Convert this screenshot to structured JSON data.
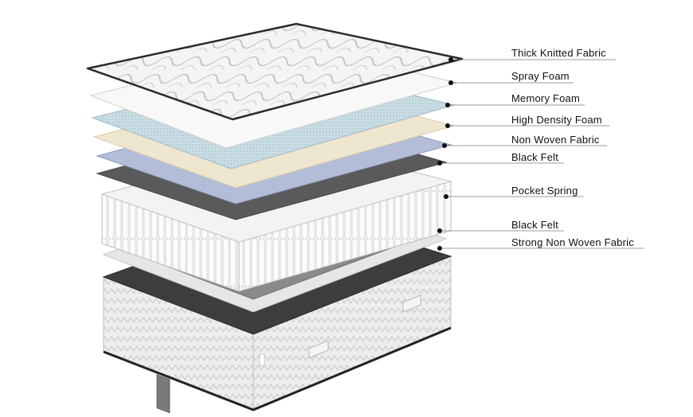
{
  "layers": [
    {
      "label": "Thick Knitted Fabric"
    },
    {
      "label": "Spray Foam"
    },
    {
      "label": "Memory Foam"
    },
    {
      "label": "High Density Foam"
    },
    {
      "label": "Non Woven Fabric"
    },
    {
      "label": "Black Felt"
    },
    {
      "label": "Pocket Spring"
    },
    {
      "label": "Black Felt"
    },
    {
      "label": "Strong Non Woven Fabric"
    }
  ],
  "colors": {
    "fabric": "#f2f2f2",
    "spray_foam": "#f7f7f7",
    "memory_foam": "#c9dde4",
    "high_density_foam": "#efe6cf",
    "non_woven": "#b9c3dc",
    "black_felt": "#5a5a5a",
    "spring": "#ececec",
    "border": "#e9e9e9",
    "base_dark": "#3a3a3a"
  }
}
